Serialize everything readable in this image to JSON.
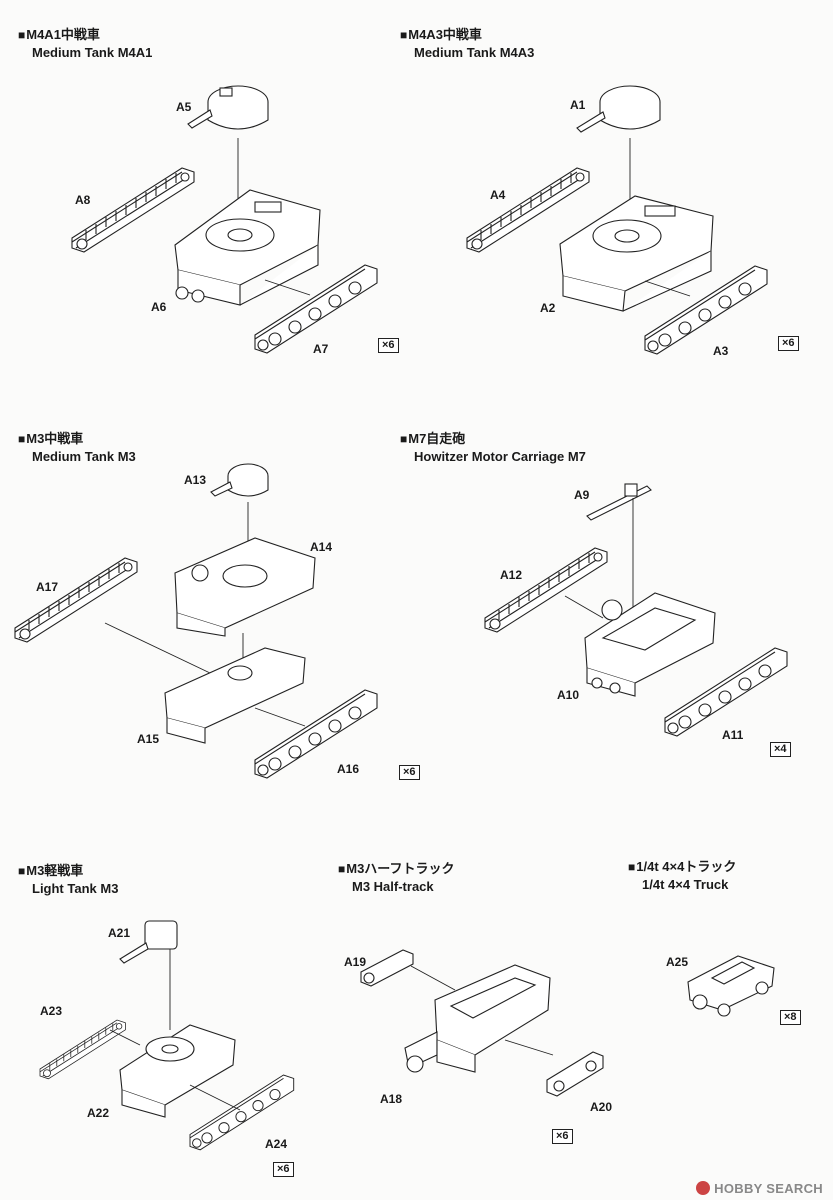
{
  "sections": [
    {
      "id": "m4a1",
      "title_jp": "M4A1中戦車",
      "title_en": "Medium Tank M4A1",
      "qty": "×6",
      "parts": [
        "A5",
        "A8",
        "A6",
        "A7"
      ]
    },
    {
      "id": "m4a3",
      "title_jp": "M4A3中戦車",
      "title_en": "Medium Tank M4A3",
      "qty": "×6",
      "parts": [
        "A1",
        "A4",
        "A2",
        "A3"
      ]
    },
    {
      "id": "m3med",
      "title_jp": "M3中戦車",
      "title_en": "Medium Tank M3",
      "qty": "×6",
      "parts": [
        "A13",
        "A14",
        "A17",
        "A15",
        "A16"
      ]
    },
    {
      "id": "m7",
      "title_jp": "M7自走砲",
      "title_en": "Howitzer Motor Carriage M7",
      "qty": "×4",
      "parts": [
        "A9",
        "A12",
        "A10",
        "A11"
      ]
    },
    {
      "id": "m3light",
      "title_jp": "M3軽戦車",
      "title_en": "Light Tank M3",
      "qty": "×6",
      "parts": [
        "A21",
        "A23",
        "A22",
        "A24"
      ]
    },
    {
      "id": "m3ht",
      "title_jp": "M3ハーフトラック",
      "title_en": "M3 Half-track",
      "qty": "×6",
      "parts": [
        "A19",
        "A18",
        "A20"
      ]
    },
    {
      "id": "truck",
      "title_jp": "1/4t 4×4トラック",
      "title_en": "1/4t 4×4 Truck",
      "qty": "×8",
      "parts": [
        "A25"
      ]
    }
  ],
  "watermark": "HOBBY SEARCH"
}
